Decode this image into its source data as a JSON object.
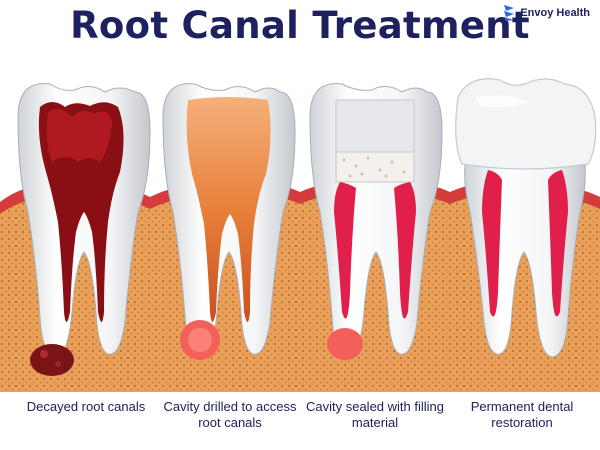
{
  "title": "Root Canal Treatment",
  "brand": {
    "name": "Envoy Health",
    "icon": "envoy-health-logo-icon",
    "color": "#2f67e8"
  },
  "steps": [
    {
      "label": "Decayed root canals",
      "state": "decayed"
    },
    {
      "label": "Cavity drilled to access root canals",
      "state": "drilled"
    },
    {
      "label": "Cavity sealed with filling material",
      "state": "filled"
    },
    {
      "label": "Permanent dental restoration",
      "state": "crowned"
    }
  ],
  "colors": {
    "title": "#1e2160",
    "gum": "#e9a15a",
    "gum_edge": "#d43c3c",
    "tooth": "#f1f2f4",
    "pulp_decay": "#8a0f14",
    "pulp_drilled": "#e8803a",
    "canal_filled": "#e0204a"
  }
}
